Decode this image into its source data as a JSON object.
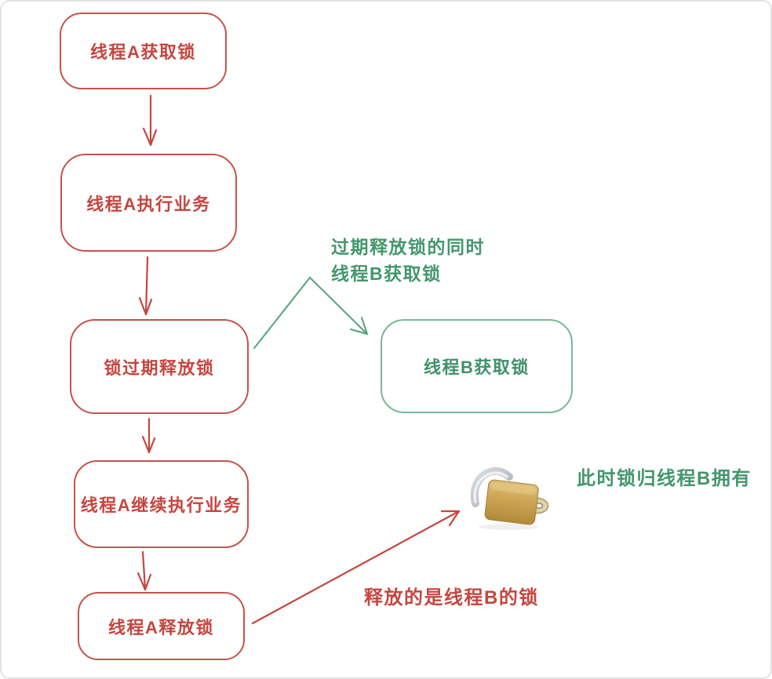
{
  "palette": {
    "red": "#c5463f",
    "green": "#43976d",
    "green_box_border": "#79b897",
    "frame_border": "#e3e3e3",
    "brass": "#c79f4e",
    "silver": "#b6bcc2"
  },
  "nodes": [
    {
      "label": "线程A获取锁"
    },
    {
      "label": "线程A执行业务"
    },
    {
      "label": "锁过期释放锁"
    },
    {
      "label": "线程B获取锁"
    },
    {
      "label": "线程A继续执行业务"
    },
    {
      "label": "线程A释放锁"
    }
  ],
  "annotations": {
    "expire_note_line1": "过期释放锁的同时",
    "expire_note_line2": "线程B获取锁",
    "owner_note": "此时锁归线程B拥有",
    "release_note": "释放的是线程B的锁"
  },
  "icons": {
    "padlock": "brass-padlock-with-key"
  }
}
